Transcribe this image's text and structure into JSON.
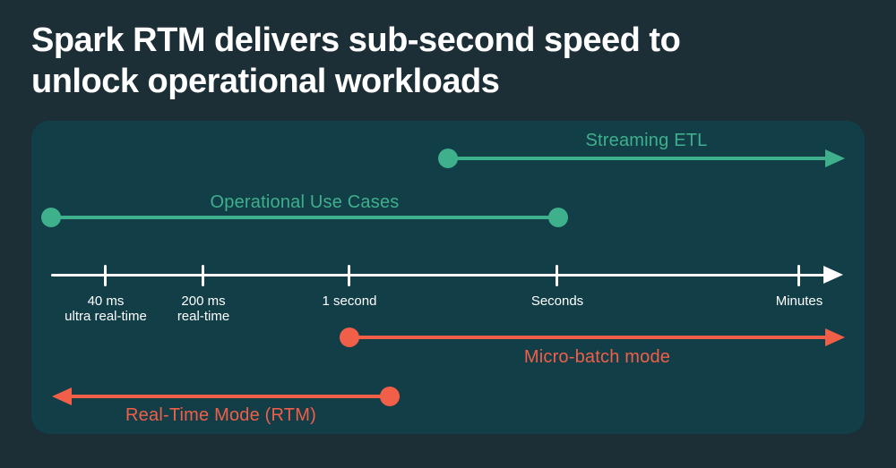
{
  "colors": {
    "background": "#1C2E36",
    "panel": "#123E48",
    "green": "#3EB08C",
    "orange": "#F25F49",
    "axis": "#FFFFFF",
    "text": "#FFFFFF"
  },
  "title": {
    "line1": "Spark RTM delivers sub-second speed to",
    "line2": "unlock operational workloads"
  },
  "diagram": {
    "ranges": {
      "streaming_etl": {
        "label": "Streaming ETL",
        "color": "green",
        "start_cap": "dot",
        "end_cap": "arrow-right"
      },
      "operational": {
        "label": "Operational Use Cases",
        "color": "green",
        "start_cap": "dot",
        "end_cap": "dot"
      },
      "micro_batch": {
        "label": "Micro-batch mode",
        "color": "orange",
        "start_cap": "dot",
        "end_cap": "arrow-right"
      },
      "rtm": {
        "label": "Real-Time Mode (RTM)",
        "color": "orange",
        "start_cap": "arrow-left",
        "end_cap": "dot"
      }
    },
    "axis": {
      "ticks": [
        {
          "label": "40 ms",
          "sublabel": "ultra real-time"
        },
        {
          "label": "200 ms",
          "sublabel": "real-time"
        },
        {
          "label": "1 second",
          "sublabel": ""
        },
        {
          "label": "Seconds",
          "sublabel": ""
        },
        {
          "label": "Minutes",
          "sublabel": ""
        }
      ]
    }
  }
}
